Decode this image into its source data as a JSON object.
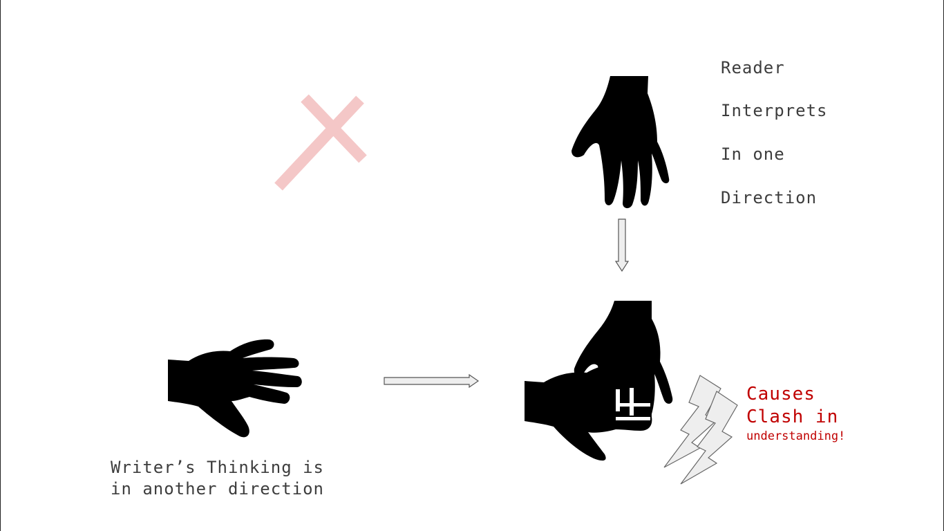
{
  "reader_text": [
    "Reader",
    "Interprets",
    "In one",
    "Direction"
  ],
  "writer_text": [
    "Writer’s Thinking is",
    "in another direction"
  ],
  "clash_text": {
    "line1": "Causes",
    "line2": "Clash in",
    "line3": "understanding!"
  },
  "colors": {
    "text": "#3d3d3d",
    "accent_red": "#c00000",
    "cross_pink": "#f4c7c7",
    "hand": "#000000",
    "arrow_fill": "#eeeeee",
    "arrow_stroke": "#555555"
  },
  "icons": [
    "cross-mark-icon",
    "reader-hand-icon",
    "writer-hand-icon",
    "down-arrow-icon",
    "right-arrow-icon",
    "clashing-hands-icon",
    "lightning-bolt-icon"
  ]
}
